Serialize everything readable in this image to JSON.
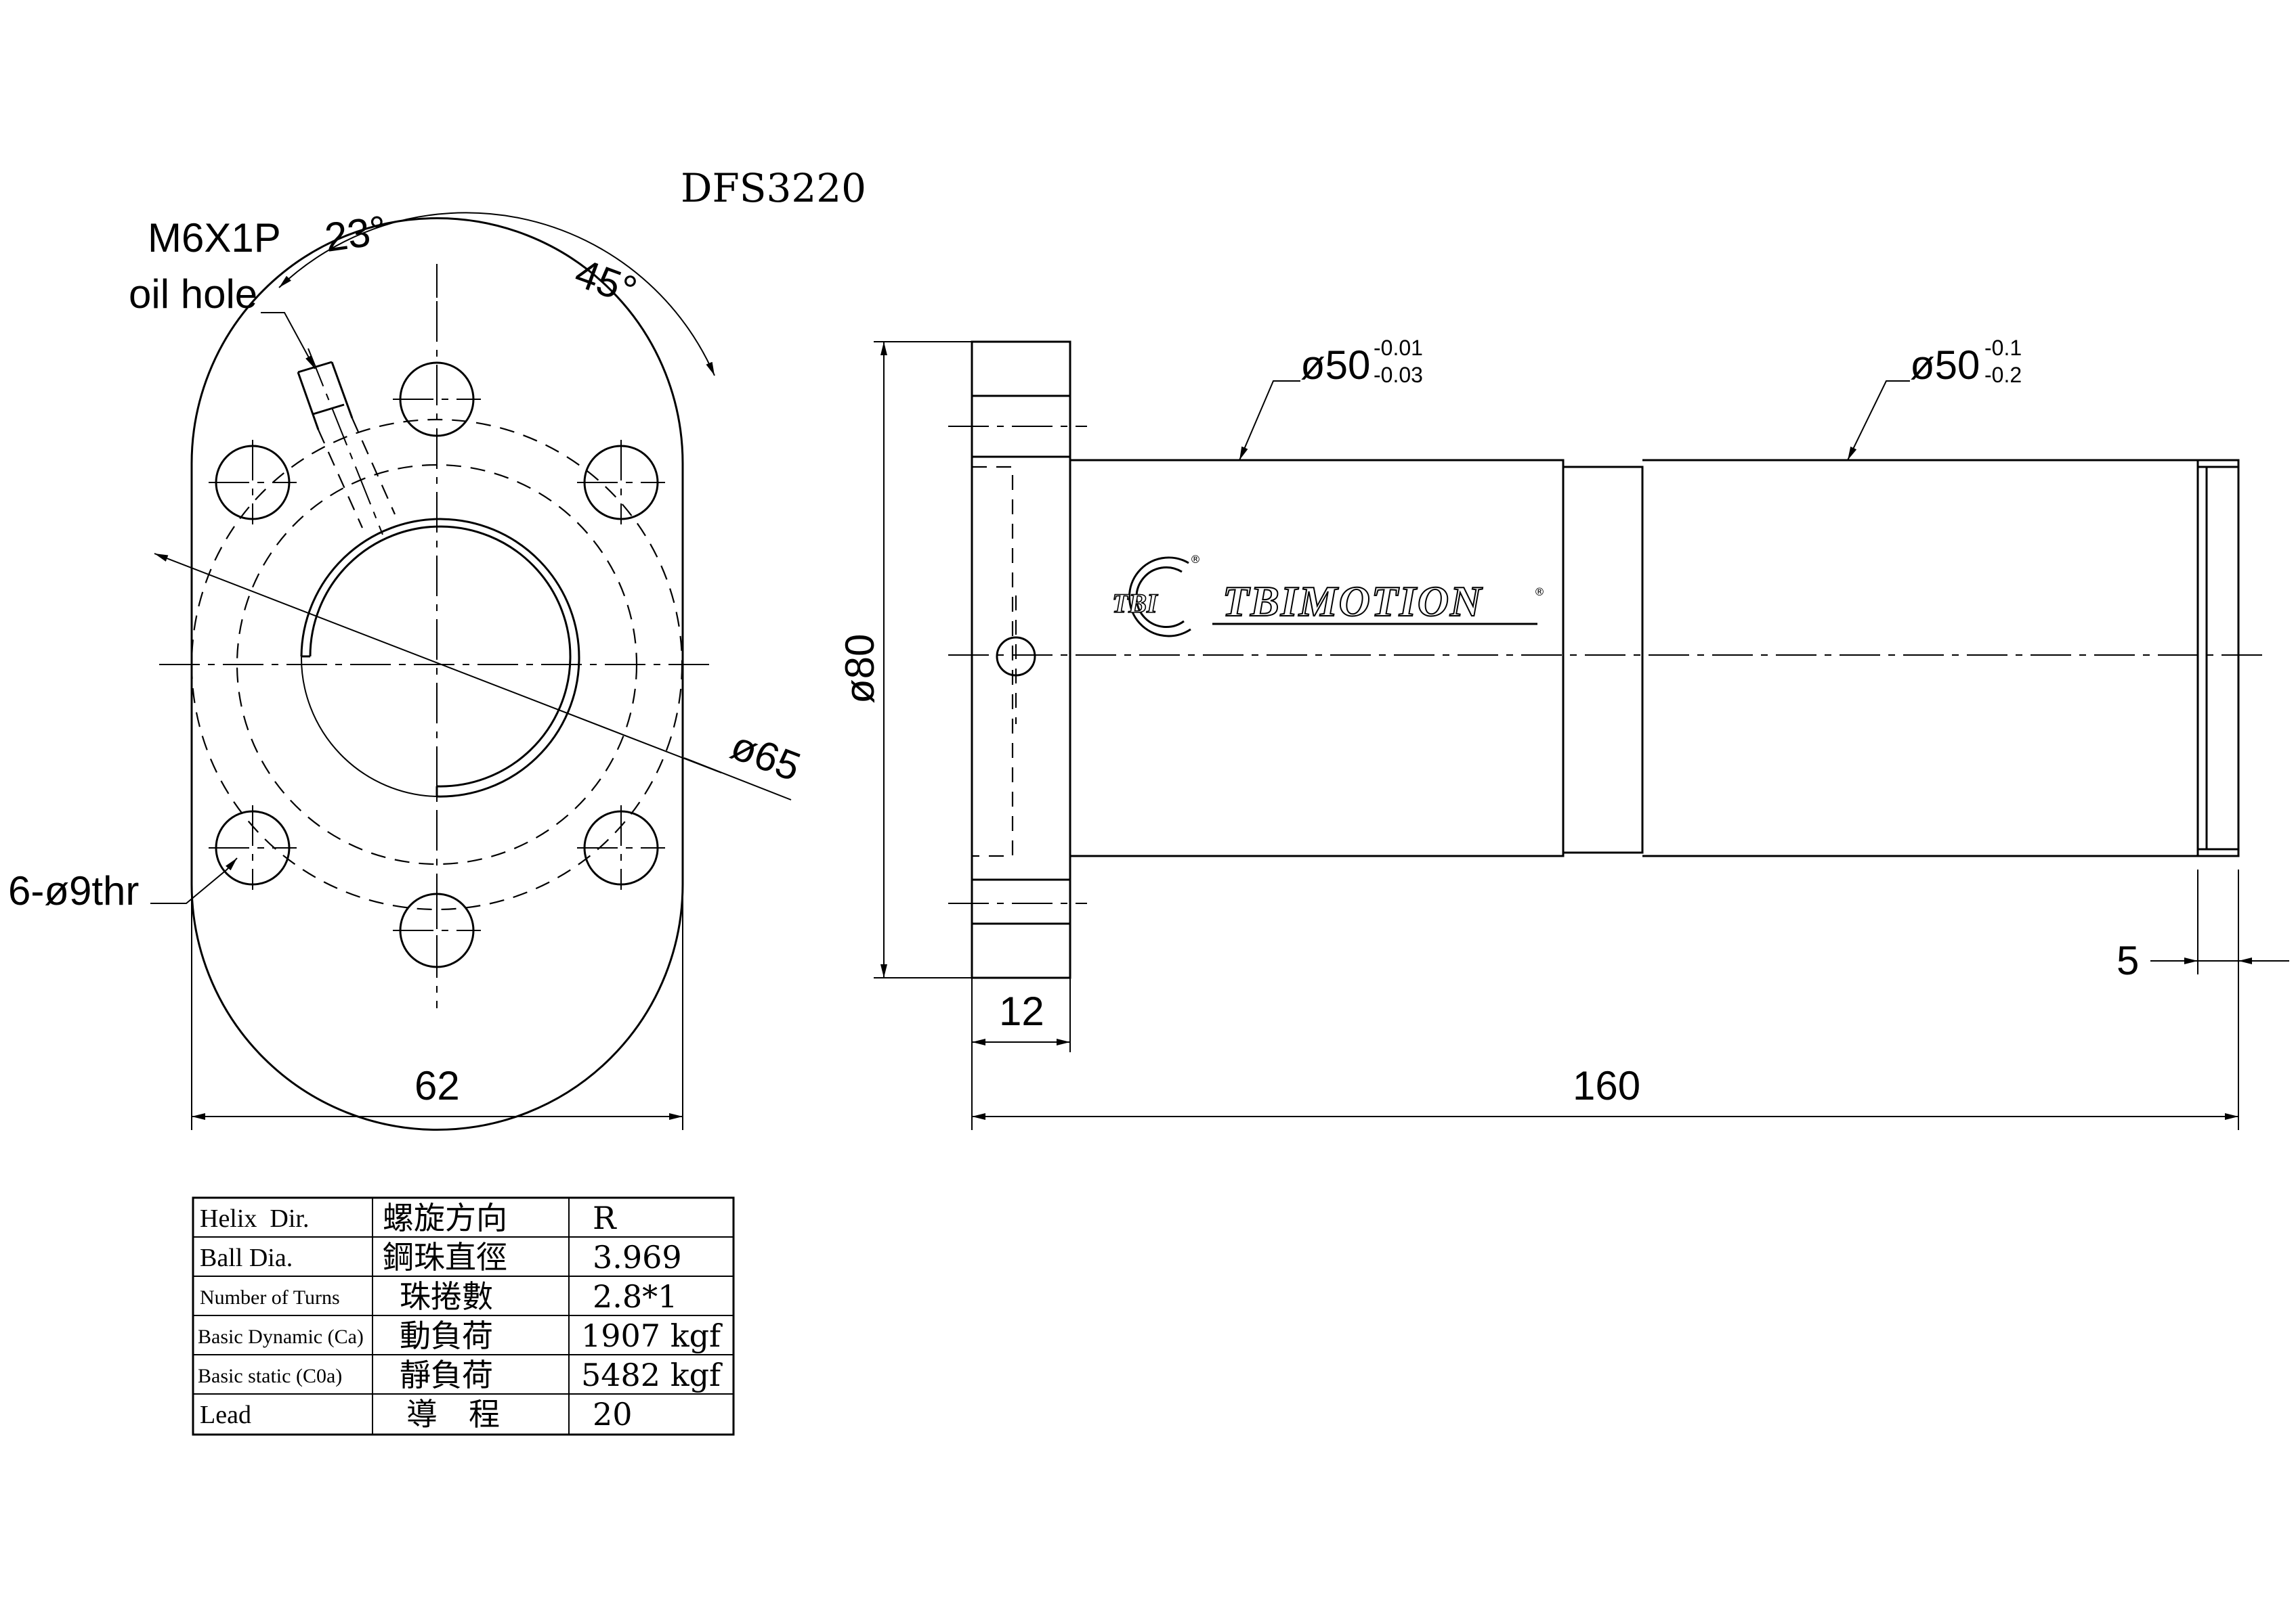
{
  "title": "DFS3220",
  "front_view": {
    "oil_hole_thread": "M6X1P",
    "oil_hole_label": "oil hole",
    "angle_oil_hole": "23°",
    "angle_bolt": "45°",
    "bolt_circle_dia": "ø65",
    "bolt_holes": "6-ø9thr",
    "flange_width": "62"
  },
  "side_view": {
    "flange_dia": "ø80",
    "body_dia_left": "ø50",
    "body_dia_left_tol_upper": "-0.01",
    "body_dia_left_tol_lower": "-0.03",
    "body_dia_right": "ø50",
    "body_dia_right_tol_upper": "-0.1",
    "body_dia_right_tol_lower": "-0.2",
    "flange_thickness": "12",
    "overall_length": "160",
    "end_width": "5"
  },
  "logo": {
    "badge": "TBI",
    "brand": "TBIMOTION",
    "registered": "®"
  },
  "spec_table": {
    "rows": [
      {
        "en": "Helix  Dir.",
        "zh": "螺旋方向",
        "value": "R"
      },
      {
        "en": "Ball Dia.",
        "zh": "鋼珠直徑",
        "value": "3.969"
      },
      {
        "en": "Number of Turns",
        "zh": "珠捲數",
        "value": "2.8*1"
      },
      {
        "en": "Basic Dynamic (Ca)",
        "zh": "動負荷",
        "value": "1907 kgf"
      },
      {
        "en": "Basic static (C0a)",
        "zh": "靜負荷",
        "value": "5482 kgf"
      },
      {
        "en": "Lead",
        "zh": "導　程",
        "value": "20"
      }
    ]
  }
}
